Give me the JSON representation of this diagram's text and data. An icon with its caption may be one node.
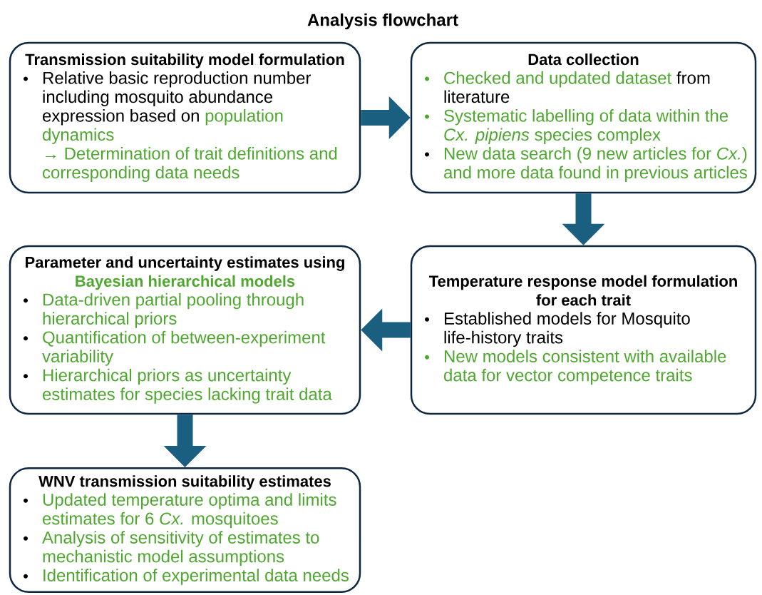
{
  "diagram": {
    "title": "Analysis flowchart",
    "nodes": [
      {
        "text": [
          "Transmission suitability model formulation",
          "Relative basic reproduction number including mosquito abundance expression based on",
          "population dynamics",
          "→ Determination of trait definitions and corresponding data needs"
        ]
      },
      {
        "text": [
          "Data collection",
          "Checked and updated dataset",
          "from literature",
          "Systematic labelling of data within the *Cx. pipiens* species complex",
          "New data search (9 new articles for *Cx.*) and more data found in previous articles"
        ]
      },
      {
        "text": [
          "Temperature response model formulation for each trait",
          "Established models for Mosquito life-history traits",
          "New models consistent with available data for vector competence traits"
        ]
      },
      {
        "text": [
          "Parameter and uncertainty estimates using",
          "Bayesian hierarchical models",
          "Data-driven partial pooling through hierarchical priors",
          "Quantification of between-experiment variability",
          "Hierarchical priors as uncertainty estimates for species lacking trait data"
        ]
      },
      {
        "text": [
          "WNV transmission suitability estimates",
          "Updated temperature optima and limits estimates for 6 *Cx.* mosquitoes",
          "Analysis of sensitivity of estimates to mechanistic model assumptions",
          "Identification of experimental data needs"
        ]
      }
    ],
    "edges": [
      {
        "from": 0,
        "to": 1,
        "arrow": "to"
      },
      {
        "from": 1,
        "to": 2,
        "arrow": "to"
      },
      {
        "from": 2,
        "to": 3,
        "arrow": "to"
      },
      {
        "from": 3,
        "to": 4,
        "arrow": "to"
      }
    ]
  }
}
